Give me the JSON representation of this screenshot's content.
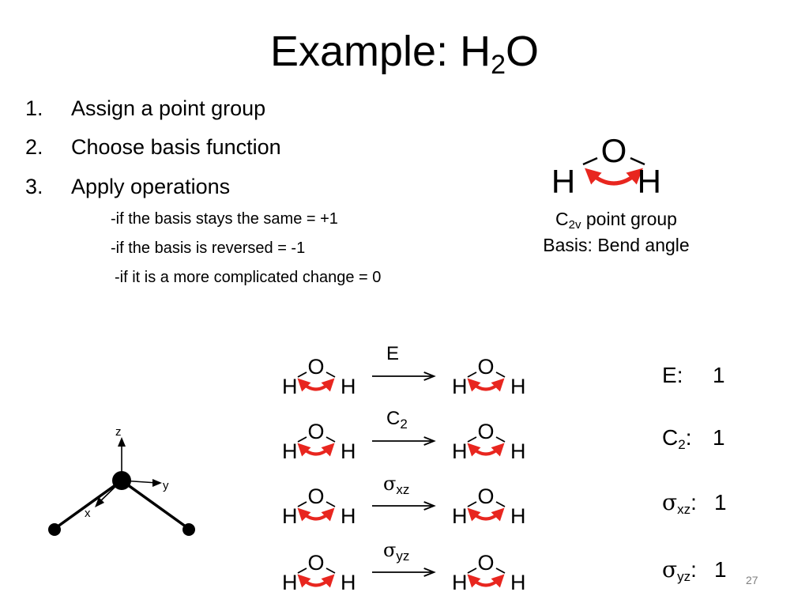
{
  "title": {
    "text": "Example: H",
    "sub": "2",
    "tail": "O"
  },
  "steps": [
    {
      "number": "1.",
      "text": "Assign a point group"
    },
    {
      "number": "2.",
      "text": "Choose basis function"
    },
    {
      "number": "3.",
      "text": "Apply operations"
    }
  ],
  "bullets": [
    "-if the basis stays the same = +1",
    "-if the basis is reversed = -1",
    "-if it is a more complicated change = 0"
  ],
  "molecule": {
    "oxygen": "O",
    "hydrogen": "H"
  },
  "point_group": {
    "symbol": "C",
    "sub": "2v",
    "text": " point group"
  },
  "basis": "Basis: Bend angle",
  "axes": {
    "z": "z",
    "y": "y",
    "x": "x"
  },
  "operations": [
    {
      "symbol": "E",
      "sub": "",
      "character": "1"
    },
    {
      "symbol": "C",
      "sub": "2",
      "character": "1"
    },
    {
      "symbol": "σ",
      "sub": "xz",
      "character": "1"
    },
    {
      "symbol": "σ",
      "sub": "yz",
      "character": "1"
    }
  ],
  "page_number": "27",
  "colors": {
    "arrow": "#e8261f",
    "text": "#000000",
    "page_number": "#7f7f7f"
  }
}
